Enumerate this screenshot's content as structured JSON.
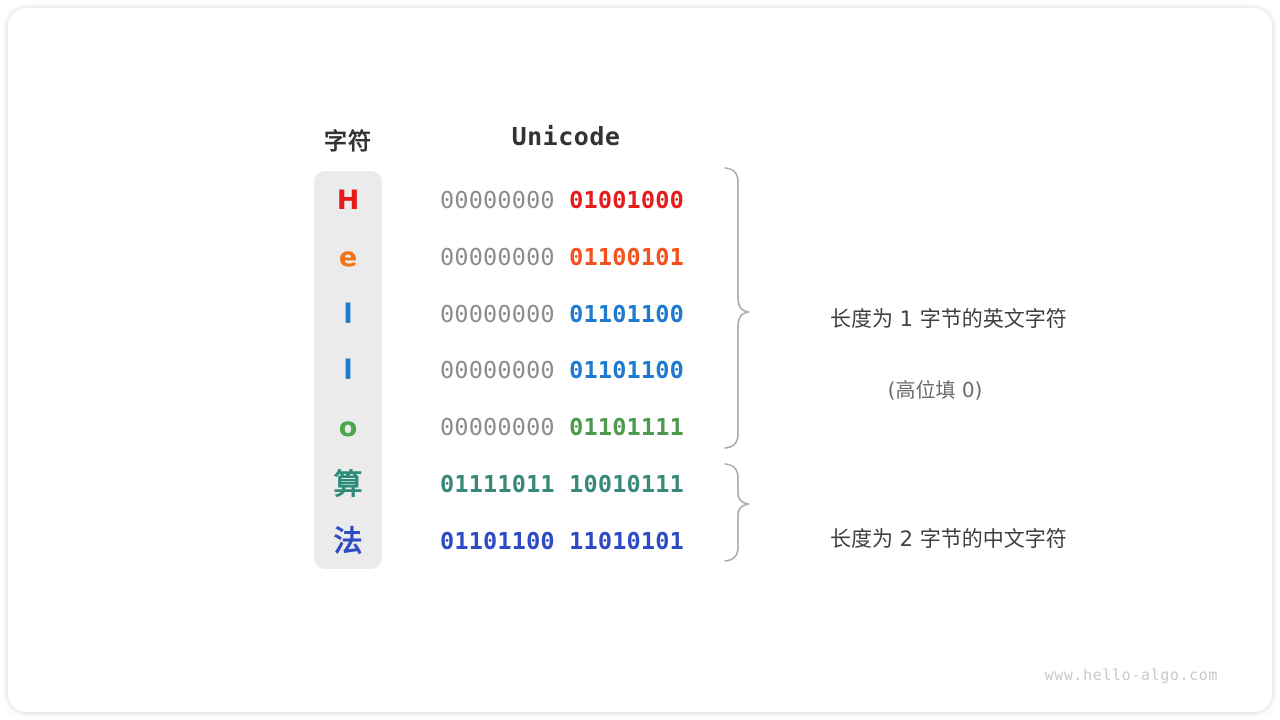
{
  "figure": {
    "headers": {
      "character": "字符",
      "encoding": "Unicode"
    },
    "rows": [
      {
        "char": "H",
        "char_color": "#e51c1c",
        "high_byte": "00000000",
        "low_byte": "01001000",
        "low_color": "#e51c1c",
        "cjk": false
      },
      {
        "char": "e",
        "char_color": "#f07316",
        "high_byte": "00000000",
        "low_byte": "01100101",
        "low_color": "#f4511e",
        "cjk": false
      },
      {
        "char": "l",
        "char_color": "#1f7acf",
        "high_byte": "00000000",
        "low_byte": "01101100",
        "low_color": "#1f7acf",
        "cjk": false
      },
      {
        "char": "l",
        "char_color": "#1f7acf",
        "high_byte": "00000000",
        "low_byte": "01101100",
        "low_color": "#1f7acf",
        "cjk": false
      },
      {
        "char": "o",
        "char_color": "#4ca64c",
        "high_byte": "00000000",
        "low_byte": "01101111",
        "low_color": "#4c9a4c",
        "cjk": false
      },
      {
        "char": "算",
        "char_color": "#2e8b7a",
        "high_byte": "01111011",
        "low_byte": "10010111",
        "low_color": "#38897a",
        "cjk": true
      },
      {
        "char": "法",
        "char_color": "#2e4bc6",
        "high_byte": "01101100",
        "low_byte": "11010101",
        "low_color": "#2e4bc6",
        "cjk": true
      }
    ],
    "annotations": [
      {
        "line1": "长度为 1 字节的英文字符",
        "line2": "(高位填 0)"
      },
      {
        "line1": "长度为 2 字节的中文字符",
        "line2": ""
      }
    ],
    "watermark": "www.hello-algo.com",
    "colors": {
      "panel_background": "#ebebeb",
      "high_byte_gray": "#8c8c8c",
      "brace_gray": "#a8a8a8",
      "header_text": "#333333",
      "note_text": "#3f3f3f",
      "note_sub_text": "#6b6b6b",
      "card_background": "#ffffff"
    }
  }
}
